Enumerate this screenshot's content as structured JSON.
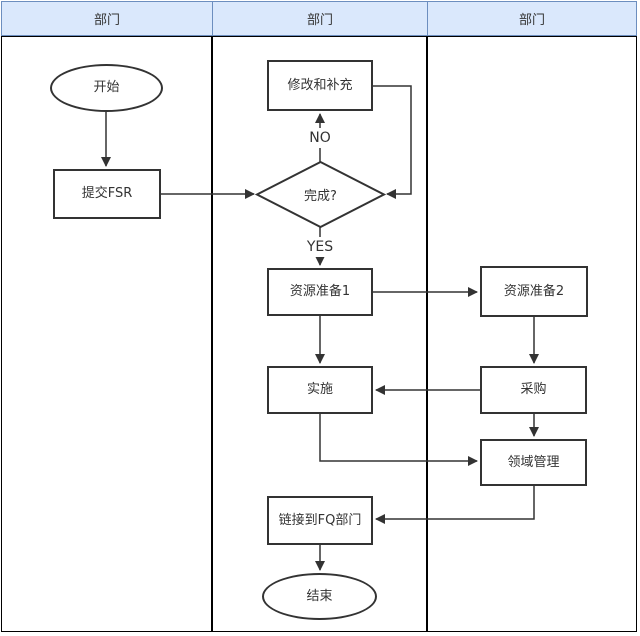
{
  "lanes": {
    "headers": [
      "部门",
      "部门",
      "部门"
    ]
  },
  "nodes": {
    "start": "开始",
    "submit_fsr": "提交FSR",
    "modify": "修改和补充",
    "decision": "完成?",
    "prep1": "资源准备1",
    "prep2": "资源准备2",
    "implement": "实施",
    "procure": "采购",
    "domain_mgmt": "领域管理",
    "link_fq": "链接到FQ部门",
    "end": "结束"
  },
  "edge_labels": {
    "no": "NO",
    "yes": "YES"
  },
  "edges": [
    {
      "from": "start",
      "to": "submit_fsr"
    },
    {
      "from": "submit_fsr",
      "to": "decision"
    },
    {
      "from": "decision",
      "to": "modify",
      "label": "NO"
    },
    {
      "from": "modify",
      "to": "decision"
    },
    {
      "from": "decision",
      "to": "prep1",
      "label": "YES"
    },
    {
      "from": "prep1",
      "to": "prep2"
    },
    {
      "from": "prep1",
      "to": "implement"
    },
    {
      "from": "prep2",
      "to": "procure"
    },
    {
      "from": "procure",
      "to": "implement"
    },
    {
      "from": "procure",
      "to": "domain_mgmt"
    },
    {
      "from": "implement",
      "to": "domain_mgmt"
    },
    {
      "from": "domain_mgmt",
      "to": "link_fq"
    },
    {
      "from": "link_fq",
      "to": "end"
    }
  ],
  "colors": {
    "lane_header_fill": "#dae8fc",
    "lane_header_border": "#6c8ebf",
    "shape_fill": "#ffffff",
    "shape_border": "#333333",
    "line": "#333333",
    "text": "#333333",
    "pool_border": "#000000"
  }
}
